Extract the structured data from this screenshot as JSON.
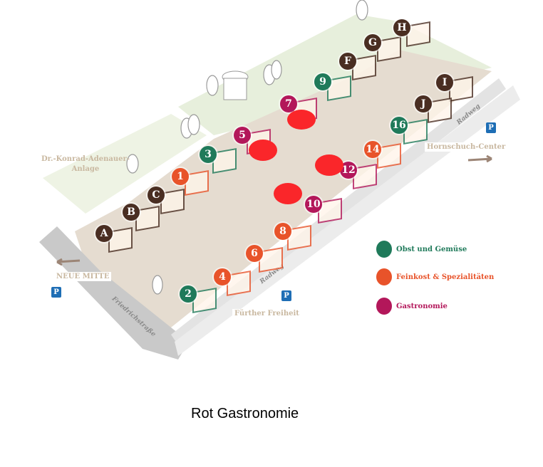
{
  "colors": {
    "obst": "#1f7a5a",
    "feinkost": "#e8532a",
    "gastro": "#b3175a",
    "kiosk": "#4a2e22",
    "highlight": "#fa262a"
  },
  "places": {
    "park": "Dr.-Konrad-Adenauer-\nAnlage",
    "neue_mitte": "NEUE MITTE",
    "hornschuch": "Hornschuch-Center",
    "fuerther": "Fürther Freiheit",
    "friedrich": "Friedrichstraße",
    "radweg1": "Radweg",
    "radweg2": "Radweg",
    "parking": "P"
  },
  "stalls": [
    {
      "id": "A",
      "type": "kiosk"
    },
    {
      "id": "B",
      "type": "kiosk"
    },
    {
      "id": "C",
      "type": "kiosk"
    },
    {
      "id": "F",
      "type": "kiosk"
    },
    {
      "id": "G",
      "type": "kiosk"
    },
    {
      "id": "H",
      "type": "kiosk"
    },
    {
      "id": "I",
      "type": "kiosk"
    },
    {
      "id": "J",
      "type": "kiosk"
    },
    {
      "id": "1",
      "type": "feinkost"
    },
    {
      "id": "2",
      "type": "obst"
    },
    {
      "id": "3",
      "type": "obst"
    },
    {
      "id": "4",
      "type": "feinkost"
    },
    {
      "id": "5",
      "type": "gastro"
    },
    {
      "id": "6",
      "type": "feinkost"
    },
    {
      "id": "7",
      "type": "gastro"
    },
    {
      "id": "8",
      "type": "feinkost"
    },
    {
      "id": "9",
      "type": "obst"
    },
    {
      "id": "10",
      "type": "gastro"
    },
    {
      "id": "12",
      "type": "gastro"
    },
    {
      "id": "14",
      "type": "feinkost"
    },
    {
      "id": "16",
      "type": "obst"
    }
  ],
  "legend": [
    {
      "label": "Obst und Gemüse",
      "type": "obst"
    },
    {
      "label": "Feinkost & Spezialitäten",
      "type": "feinkost"
    },
    {
      "label": "Gastronomie",
      "type": "gastro"
    }
  ],
  "caption": "Rot Gastronomie"
}
